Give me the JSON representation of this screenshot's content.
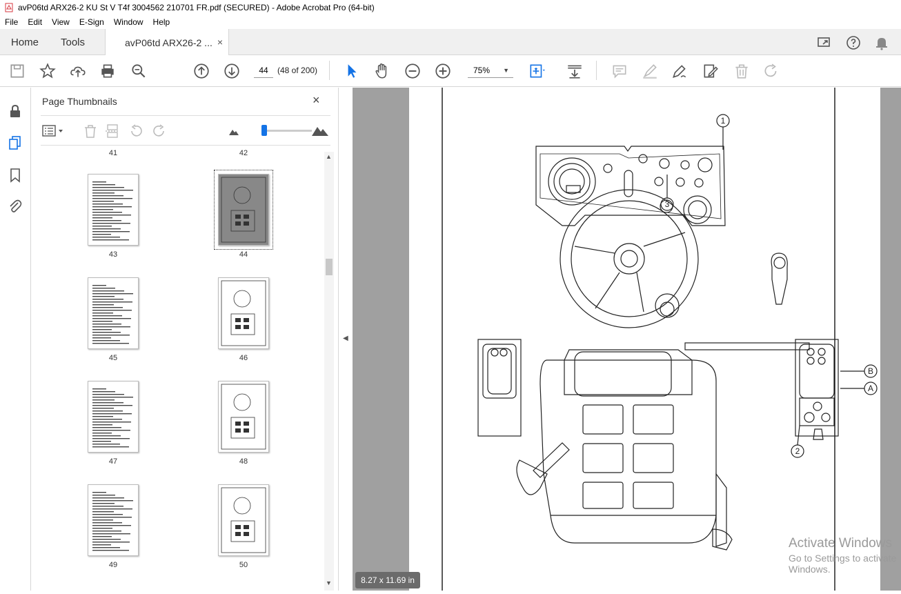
{
  "window": {
    "title": "avP06td ARX26-2 KU St V T4f 3004562 210701 FR.pdf (SECURED) - Adobe Acrobat Pro (64-bit)"
  },
  "menu": [
    "File",
    "Edit",
    "View",
    "E-Sign",
    "Window",
    "Help"
  ],
  "tabs": {
    "home": "Home",
    "tools": "Tools",
    "doc": "avP06td ARX26-2 ...",
    "doc_close": "×"
  },
  "toolbar": {
    "page_number": "44",
    "page_count": "(48 of 200)",
    "zoom": "75%",
    "icons": [
      "save-icon",
      "star-icon",
      "upload-icon",
      "print-icon",
      "zoom-search-icon",
      "prev-page-icon",
      "next-page-icon",
      "select-arrow-icon",
      "hand-icon",
      "zoom-out-icon",
      "zoom-in-icon",
      "fit-icon",
      "scroll-mode-icon",
      "comment-icon",
      "highlight-icon",
      "sign-icon",
      "edit-icon",
      "delete-icon",
      "redo-icon"
    ]
  },
  "panel": {
    "title": "Page Thumbnails",
    "close": "×",
    "thumbs": [
      {
        "label": "41"
      },
      {
        "label": "42"
      },
      {
        "label": "43"
      },
      {
        "label": "44"
      },
      {
        "label": "45"
      },
      {
        "label": "46"
      },
      {
        "label": "47"
      },
      {
        "label": "48"
      },
      {
        "label": "49"
      },
      {
        "label": "50"
      }
    ],
    "selected": "44"
  },
  "document": {
    "callouts": [
      "1",
      "3",
      "2",
      "B",
      "A"
    ],
    "page_size": "8.27 x 11.69 in"
  },
  "watermark": {
    "line1": "Activate Windows",
    "line2": "Go to Settings to activate Windows."
  },
  "colors": {
    "accent": "#1473e6",
    "pdf_red": "#d7373f",
    "doc_bg": "#a0a0a0"
  }
}
